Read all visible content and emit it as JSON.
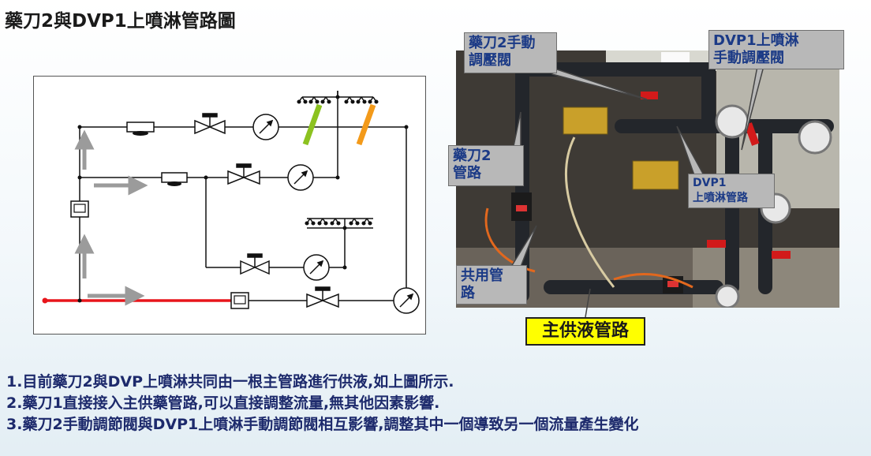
{
  "title": "藥刀2與DVP1上噴淋管路圖",
  "callouts": {
    "valve2": [
      "藥刀2手動",
      "調壓閥"
    ],
    "dvp1_valve": [
      "DVP1上噴淋",
      "手動調壓閥"
    ],
    "pipe2": [
      "藥刀2",
      "管路"
    ],
    "dvp1_pipe": [
      "DVP1",
      "上噴淋管路"
    ],
    "shared": [
      "共用管",
      "路"
    ]
  },
  "main_supply_label": "主供液管路",
  "notes": [
    "1.目前藥刀2與DVP上噴淋共同由一根主管路進行供液,如上圖所示.",
    "2.藥刀1直接接入主供藥管路,可以直接調整流量,無其他因素影響.",
    "3.藥刀2手動調節閥與DVP1上噴淋手動調節閥相互影響,調整其中一個導致另一個流量產生變化"
  ],
  "colors": {
    "callout_text": "#1b3a86",
    "main_line": "#e8151b",
    "green_bar": "#8cc220",
    "orange_bar": "#f39a1a",
    "arrow": "#9b9b9b",
    "label_bg": "#ffff00"
  }
}
